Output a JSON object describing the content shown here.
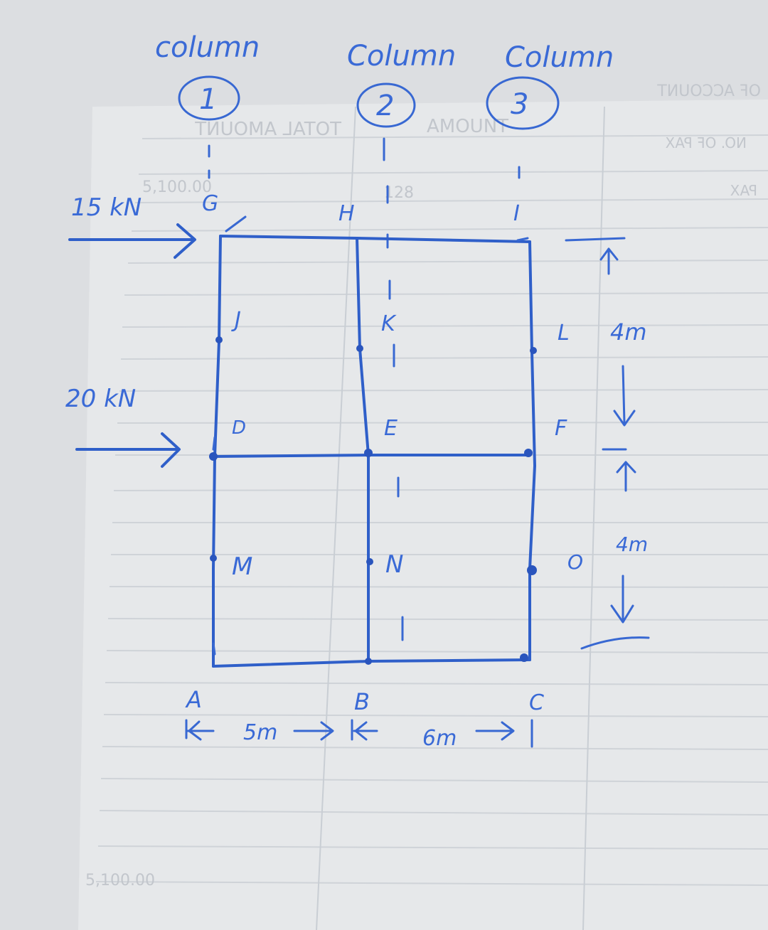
{
  "columns": [
    {
      "label": "column",
      "number": "1"
    },
    {
      "label": "Column",
      "number": "2"
    },
    {
      "label": "Column",
      "number": "3"
    }
  ],
  "loads": [
    {
      "value": "15 kN"
    },
    {
      "value": "20 kN"
    }
  ],
  "nodes": {
    "G": "G",
    "H": "H",
    "I": "I",
    "J": "J",
    "K": "K",
    "L": "L",
    "D": "D",
    "E": "E",
    "F": "F",
    "M": "M",
    "N": "N",
    "O": "O",
    "A": "A",
    "B": "B",
    "C": "C"
  },
  "dimensions": {
    "bay1": "5m",
    "bay2": "6m",
    "story_upper": "4m",
    "story_lower": "4m"
  },
  "background_paper": {
    "text_total_amount": "TOTAL AMOUNT",
    "text_amount": "AMOUNT",
    "text_account": "OF ACCOUNT",
    "text_no_of_pax": "NO. OF PAX",
    "text_pax": "PAX",
    "text_value_top": "5,100.00",
    "text_value_mid": "128",
    "text_value_bottom": "5,100.00"
  },
  "colors": {
    "ink": "#2f5fc9",
    "paper": "#dfe1e3",
    "ruling": "#cfd3d8"
  }
}
